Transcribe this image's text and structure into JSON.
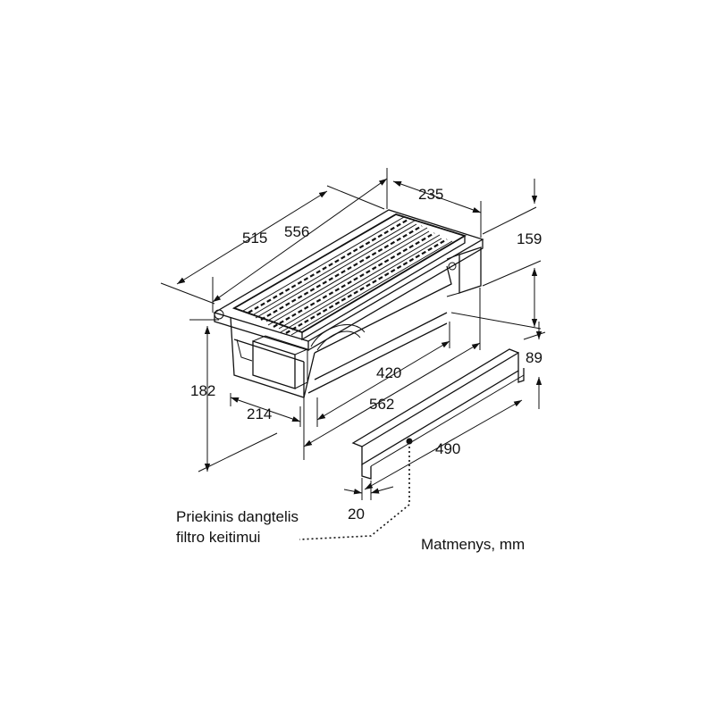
{
  "dimensions": {
    "d515": "515",
    "d556": "556",
    "d235": "235",
    "d159": "159",
    "d182": "182",
    "d214": "214",
    "d420": "420",
    "d562": "562",
    "d89": "89",
    "d490": "490",
    "d20": "20"
  },
  "labels": {
    "front_cover_line1": "Priekinis dangtelis",
    "front_cover_line2": "filtro keitimui",
    "units": "Matmenys, mm"
  }
}
